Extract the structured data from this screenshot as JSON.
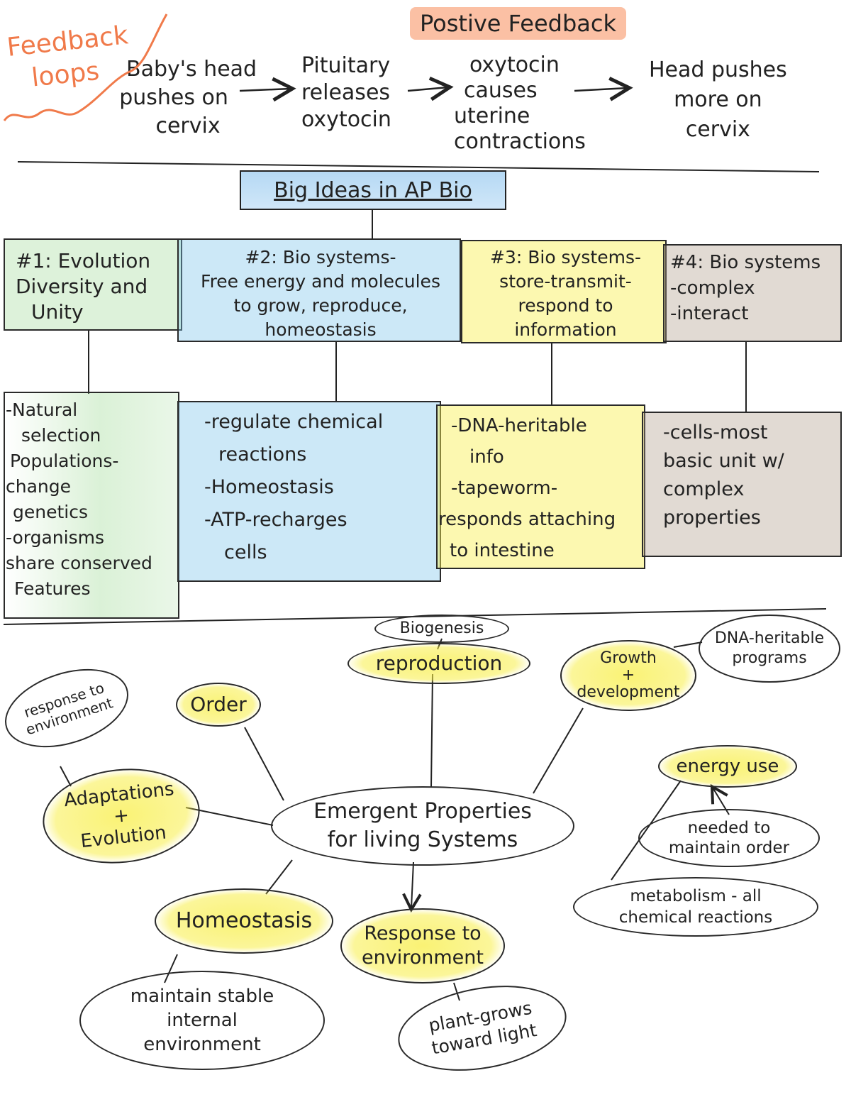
{
  "feedback": {
    "title": [
      "Feedback",
      "loops"
    ],
    "heading": "Postive Feedback",
    "steps": [
      [
        "Baby's head",
        "pushes on",
        "cervix"
      ],
      [
        "Pituitary",
        "releases",
        "oxytocin"
      ],
      [
        "oxytocin",
        "causes",
        "uterine",
        "contractions"
      ],
      [
        "Head pushes",
        "more on",
        "cervix"
      ]
    ]
  },
  "big_ideas": {
    "title": "Big Ideas in AP Bio",
    "headers": [
      [
        "#1: Evolution",
        "Diversity and",
        "Unity"
      ],
      [
        "#2: Bio systems-",
        "Free energy and molecules",
        "to grow, reproduce,",
        "homeostasis"
      ],
      [
        "#3: Bio systems-",
        "store-transmit-",
        "respond to",
        "information"
      ],
      [
        "#4: Bio systems",
        "-complex",
        "-interact"
      ]
    ],
    "details": [
      [
        "-Natural",
        "selection",
        "Populations-",
        "change",
        "genetics",
        "-organisms",
        "share conserved",
        "Features"
      ],
      [
        "-regulate chemical",
        "reactions",
        "-Homeostasis",
        "-ATP-recharges",
        "cells"
      ],
      [
        "-DNA-heritable",
        "info",
        "-tapeworm-",
        "responds attaching",
        "to intestine"
      ],
      [
        "-cells-most",
        "basic unit w/",
        "complex",
        "properties"
      ]
    ],
    "colors": {
      "1": "#96d78c",
      "2": "#78c3eb",
      "3": "#f8f050",
      "4": "#aa9682"
    }
  },
  "emergent": {
    "center": [
      "Emergent Properties",
      "for living Systems"
    ],
    "nodes": {
      "biogenesis": [
        "Biogenesis"
      ],
      "reproduction": [
        "reproduction"
      ],
      "growth": [
        "Growth",
        "+",
        "development"
      ],
      "dna_programs": [
        "DNA-heritable",
        "programs"
      ],
      "order": [
        "Order"
      ],
      "response_env_top": [
        "response to",
        "environment"
      ],
      "adaptations": [
        "Adaptations",
        "+",
        "Evolution"
      ],
      "energy_use": [
        "energy use"
      ],
      "needed": [
        "needed to",
        "maintain order"
      ],
      "metabolism": [
        "metabolism - all",
        "chemical reactions"
      ],
      "homeostasis": [
        "Homeostasis"
      ],
      "maintain_stable": [
        "maintain stable",
        "internal",
        "environment"
      ],
      "response_env": [
        "Response to",
        "environment"
      ],
      "plant": [
        "plant-grows",
        "toward light"
      ]
    }
  }
}
